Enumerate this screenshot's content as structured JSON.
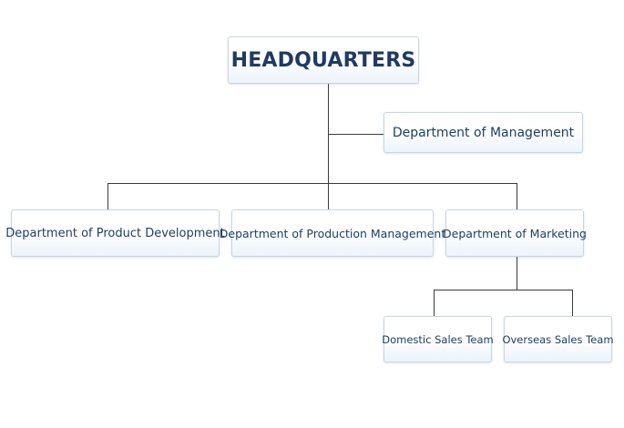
{
  "org_chart": {
    "headquarters": "HEADQUARTERS",
    "management": "Department of Management",
    "departments": {
      "product_development": "Department of Product Development",
      "production_management": "Department of Production Management",
      "marketing": "Department of Marketing"
    },
    "teams": {
      "domestic_sales": "Domestic Sales Team",
      "overseas_sales": "Overseas Sales Team"
    }
  },
  "colors": {
    "connector": "#3a3a3a",
    "box_border": "#c6d6e4",
    "text": "#1f3f66"
  }
}
